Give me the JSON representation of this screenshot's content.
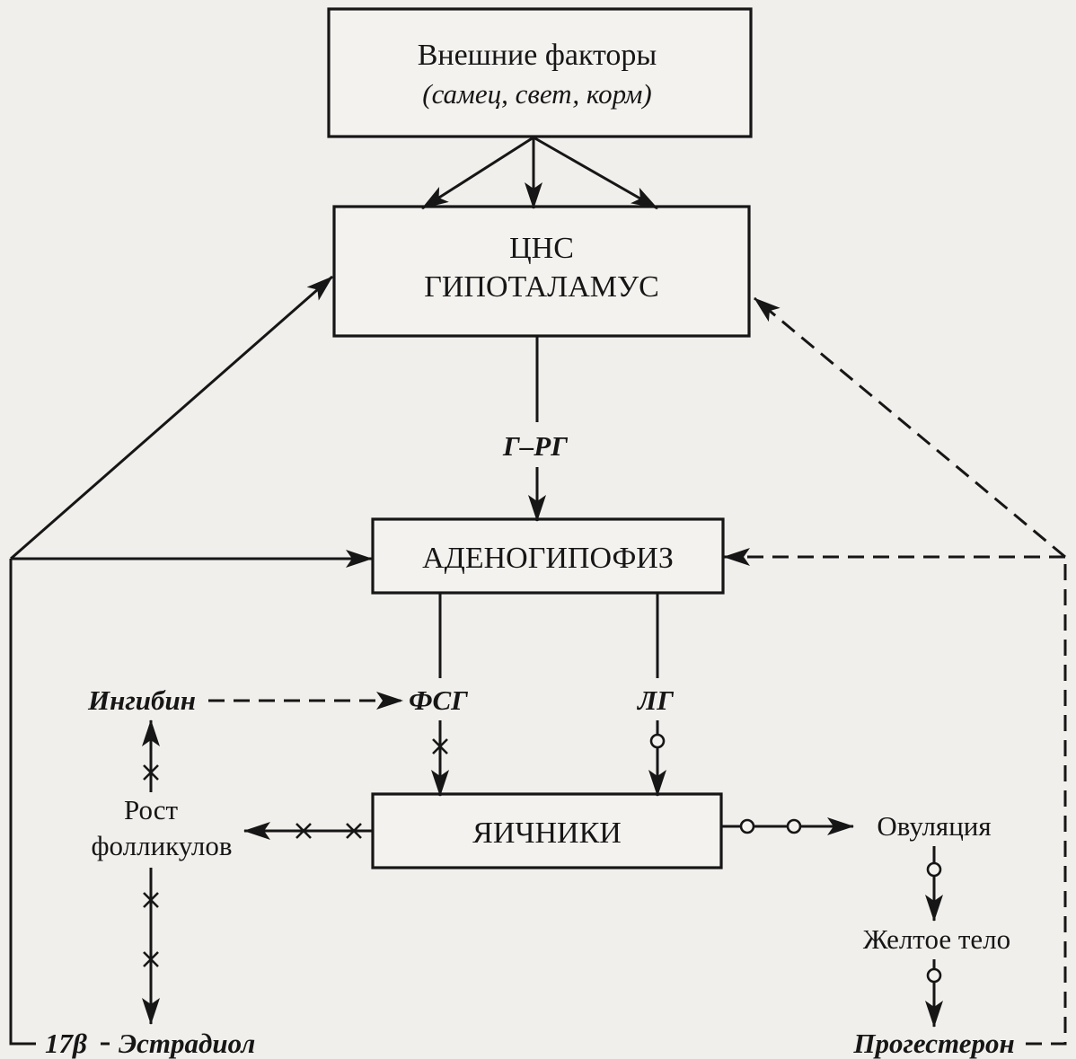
{
  "boxes": {
    "external_factors": {
      "title": "Внешние факторы",
      "subtitle": "(самец, свет, корм)"
    },
    "cns": {
      "line1": "ЦНС",
      "line2": "ГИПОТАЛАМУС"
    },
    "adenohypophysis": {
      "label": "АДЕНОГИПОФИЗ"
    },
    "ovaries": {
      "label": "ЯИЧНИКИ"
    }
  },
  "hormones": {
    "grh": "Г–РГ",
    "fsh": "ФСГ",
    "lh": "ЛГ",
    "inhibin": "Ингибин",
    "estradiol_prefix": "17β",
    "estradiol": "Эстрадиол",
    "progesterone": "Прогестерон"
  },
  "processes": {
    "follicle_growth_line1": "Рост",
    "follicle_growth_line2": "фолликулов",
    "ovulation": "Овуляция",
    "corpus_luteum": "Желтое тело"
  },
  "colors": {
    "ink": "#161616",
    "paper": "#f1efec"
  }
}
